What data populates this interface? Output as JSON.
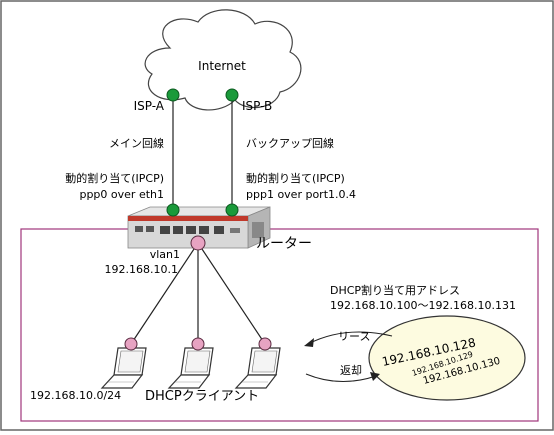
{
  "cloud_label": "Internet",
  "isp_a": "ISP-A",
  "isp_b": "ISP-B",
  "main_line": "メイン回線",
  "backup_line": "バックアップ回線",
  "dyn_left": "動的割り当て(IPCP)",
  "dyn_right": "動的割り当て(IPCP)",
  "ppp0": "ppp0 over eth1",
  "ppp1": "ppp1 over port1.0.4",
  "router_label": "ルーター",
  "vlan": "vlan1",
  "vlan_ip": "192.168.10.1",
  "dhcp_title": "DHCP割り当て用アドレス",
  "dhcp_range": "192.168.10.100～192.168.10.131",
  "lease": "リース",
  "return": "返却",
  "subnet": "192.168.10.0/24",
  "clients_label": "DHCPクライアント",
  "pool": {
    "ip1": "192.168.10.128",
    "ip2": "192.168.10.129",
    "ip3": "192.168.10.130"
  },
  "colors": {
    "node_green": "#1a9a3a",
    "node_pink": "#e7a3c2",
    "frame": "#a0357b",
    "router_body": "#d8d8d8",
    "router_accent": "#c0392b",
    "pool_fill": "#fdfbe0"
  }
}
